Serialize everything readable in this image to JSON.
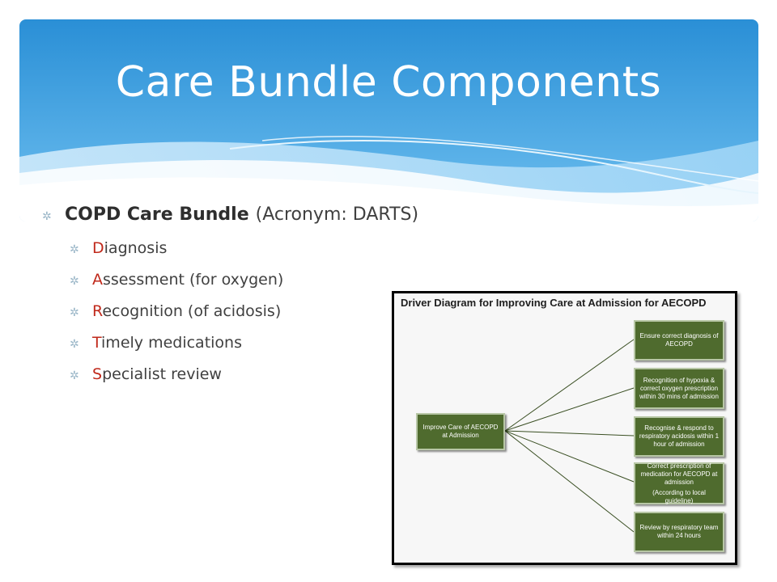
{
  "slide": {
    "title": "Care Bundle Components"
  },
  "bullets": {
    "main": {
      "bold": "COPD Care Bundle",
      "rest": "(Acronym: DARTS)"
    },
    "items": [
      {
        "initial": "D",
        "rest": "iagnosis"
      },
      {
        "initial": "A",
        "rest": "ssessment (for oxygen)"
      },
      {
        "initial": "R",
        "rest": "ecognition (of acidosis)"
      },
      {
        "initial": "T",
        "rest": "imely medications"
      },
      {
        "initial": "S",
        "rest": "pecialist review"
      }
    ]
  },
  "diagram": {
    "title": "Driver Diagram for Improving Care at Admission for AECOPD",
    "primary": "Improve Care of AECOPD at Admission",
    "drivers": [
      {
        "text": "Ensure correct diagnosis of AECOPD",
        "note": ""
      },
      {
        "text": "Recognition of hypoxia & correct oxygen prescription within 30 mins of admission",
        "note": ""
      },
      {
        "text": "Recognise  & respond to respiratory acidosis within 1 hour of admission",
        "note": ""
      },
      {
        "text": "Correct prescription of medication for AECOPD at admission",
        "note": "(According to local guideline)"
      },
      {
        "text": "Review by respiratory team within 24 hours",
        "note": ""
      }
    ]
  },
  "colors": {
    "banner_top": "#2f95da",
    "banner_bottom": "#7cc6f2",
    "driver_box": "#4f6b2e",
    "acronym_initial": "#c0291b"
  }
}
